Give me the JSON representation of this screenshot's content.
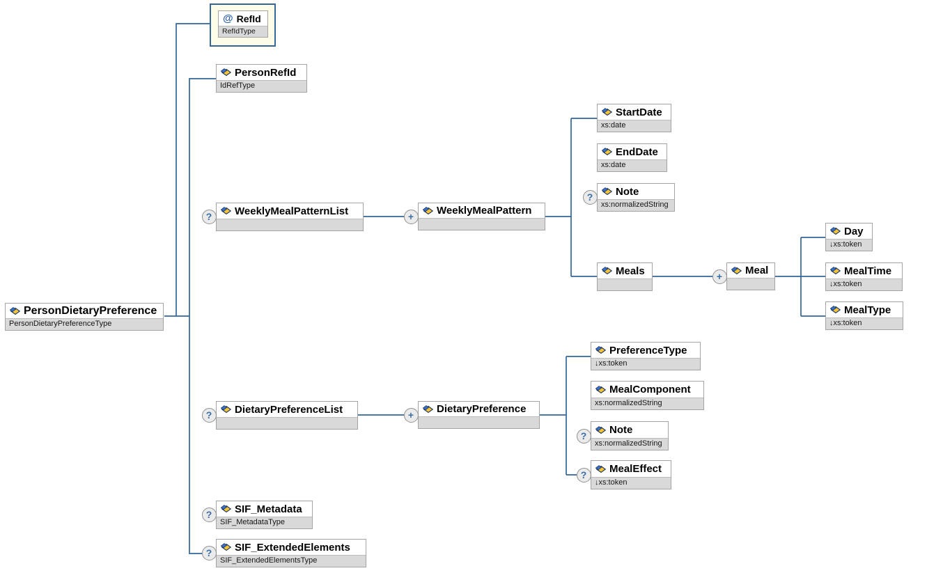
{
  "diagram": {
    "title": "PersonDietaryPreference schema diagram",
    "colors": {
      "wire": "#336699",
      "box_border": "#a3a3a3",
      "box_title_bg": "#ffffff",
      "box_type_bg": "#d9d9d9",
      "attribute_frame_bg": "#fdfce9",
      "attribute_frame_border": "#336699",
      "indicator_bg": "#ebebeb",
      "indicator_border": "#8f8f8f",
      "indicator_glyph": "#3a6ea5",
      "element_icon_yellow": "#f6c437",
      "element_icon_blue": "#3a6fc4",
      "attribute_icon_blue": "#2e62b0"
    },
    "occurrence_glyphs": {
      "optional": "?",
      "repeating": "+"
    },
    "nodes": [
      {
        "id": "person-dietary-preference",
        "label": "PersonDietaryPreference",
        "type": "PersonDietaryPreferenceType",
        "kind": "element",
        "occurrence": null
      },
      {
        "id": "refid",
        "label": "RefId",
        "type": "RefIdType",
        "kind": "attribute",
        "occurrence": null
      },
      {
        "id": "person-refid",
        "label": "PersonRefId",
        "type": "IdRefType",
        "kind": "element",
        "occurrence": null
      },
      {
        "id": "weekly-meal-pattern-list",
        "label": "WeeklyMealPatternList",
        "type": "",
        "kind": "element",
        "occurrence": "optional"
      },
      {
        "id": "weekly-meal-pattern",
        "label": "WeeklyMealPattern",
        "type": "",
        "kind": "element",
        "occurrence": "repeating"
      },
      {
        "id": "start-date",
        "label": "StartDate",
        "type": "xs:date",
        "kind": "element",
        "occurrence": null
      },
      {
        "id": "end-date",
        "label": "EndDate",
        "type": "xs:date",
        "kind": "element",
        "occurrence": null
      },
      {
        "id": "note-weekly",
        "label": "Note",
        "type": "xs:normalizedString",
        "kind": "element",
        "occurrence": "optional"
      },
      {
        "id": "meals",
        "label": "Meals",
        "type": "",
        "kind": "element",
        "occurrence": null
      },
      {
        "id": "meal",
        "label": "Meal",
        "type": "",
        "kind": "element",
        "occurrence": "repeating"
      },
      {
        "id": "day",
        "label": "Day",
        "type": "↓xs:token",
        "kind": "element",
        "occurrence": null
      },
      {
        "id": "meal-time",
        "label": "MealTime",
        "type": "↓xs:token",
        "kind": "element",
        "occurrence": null
      },
      {
        "id": "meal-type",
        "label": "MealType",
        "type": "↓xs:token",
        "kind": "element",
        "occurrence": null
      },
      {
        "id": "dietary-preference-list",
        "label": "DietaryPreferenceList",
        "type": "",
        "kind": "element",
        "occurrence": "optional"
      },
      {
        "id": "dietary-preference",
        "label": "DietaryPreference",
        "type": "",
        "kind": "element",
        "occurrence": "repeating"
      },
      {
        "id": "preference-type",
        "label": "PreferenceType",
        "type": "↓xs:token",
        "kind": "element",
        "occurrence": null
      },
      {
        "id": "meal-component",
        "label": "MealComponent",
        "type": "xs:normalizedString",
        "kind": "element",
        "occurrence": null
      },
      {
        "id": "note-dietary",
        "label": "Note",
        "type": "xs:normalizedString",
        "kind": "element",
        "occurrence": "optional"
      },
      {
        "id": "meal-effect",
        "label": "MealEffect",
        "type": "↓xs:token",
        "kind": "element",
        "occurrence": "optional"
      },
      {
        "id": "sif-metadata",
        "label": "SIF_Metadata",
        "type": "SIF_MetadataType",
        "kind": "element",
        "occurrence": "optional"
      },
      {
        "id": "sif-extended-elements",
        "label": "SIF_ExtendedElements",
        "type": "SIF_ExtendedElementsType",
        "kind": "element",
        "occurrence": "optional"
      }
    ]
  }
}
